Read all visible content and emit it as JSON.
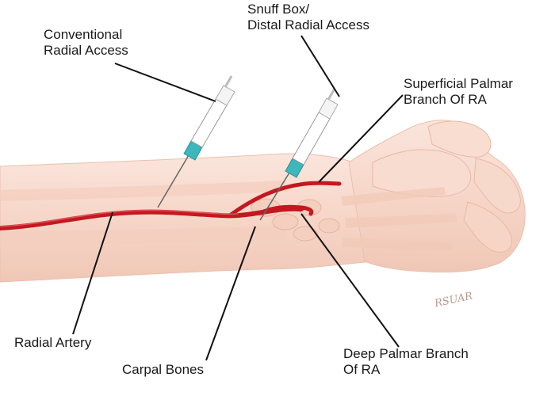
{
  "labels": {
    "conventional": [
      "Conventional",
      "Radial Access"
    ],
    "snuffbox": [
      "Snuff Box/",
      "Distal Radial Access"
    ],
    "superficial": [
      "Superficial Palmar",
      "Branch Of RA"
    ],
    "radial_artery": "Radial Artery",
    "deep": [
      "Deep Palmar Branch",
      "Of RA"
    ],
    "carpal": "Carpal Bones"
  },
  "signature": "RSUAR",
  "colors": {
    "skin": "#f6d9cd",
    "skin_shadow": "#eec3b2",
    "artery": "#c41820",
    "syringe_hub": "#3cb7bc",
    "leader": "#111111"
  }
}
